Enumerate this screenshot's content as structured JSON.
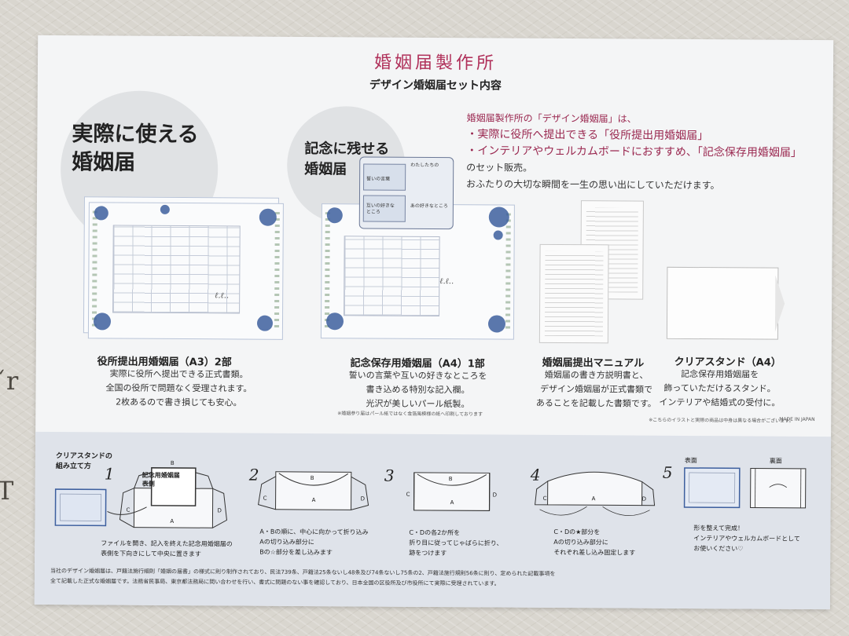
{
  "header": {
    "brand": "婚姻届製作所",
    "subtitle": "デザイン婚姻届セット内容"
  },
  "hero": {
    "left_heading_line1": "実際に使える",
    "left_heading_line2": "婚姻届",
    "mid_heading_line1": "記念に残せる",
    "mid_heading_line2": "婚姻届"
  },
  "intro": {
    "line1": "婚姻届製作所の「デザイン婚姻届」は、",
    "line2": "・実際に役所へ提出できる「役所提出用婚姻届」",
    "line3": "・インテリアやウェルカムボードにおすすめ、「記念保存用婚姻届」",
    "line4": "のセット販売。",
    "line5": "おふたりの大切な瞬間を一生の思い出にしていただけます。"
  },
  "callout": {
    "top_left": "誓いの言葉",
    "top_right": "わたしたちの",
    "bottom_left": "互いの好きなところ",
    "bottom_right": "あの好きなところ"
  },
  "items": [
    {
      "title": "役所提出用婚姻届（A3）2部",
      "lines": [
        "実際に役所へ提出できる正式書類。",
        "全国の役所で問題なく受理されます。",
        "2枚あるので書き損じても安心。"
      ]
    },
    {
      "title": "記念保存用婚姻届（A4）1部",
      "lines": [
        "誓いの言葉や互いの好きなところを",
        "書き込める特別な記入欄。",
        "光沢が美しいパール紙製。"
      ],
      "note": "※婚姻参り届はパール紙ではなく金箔風模様の紙へ印刷しております"
    },
    {
      "title": "婚姻届提出マニュアル",
      "lines": [
        "婚姻届の書き方説明書と、",
        "デザイン婚姻届が正式書類で",
        "あることを記載した書類です。"
      ]
    },
    {
      "title": "クリアスタンド（A4）",
      "lines": [
        "記念保存用婚姻届を",
        "飾っていただけるスタンド。",
        "インテリアや結婚式の受付に。"
      ],
      "note": "※こちらのイラストと実際の商品は中身は異なる場合がございます。",
      "made_in": "MADE IN JAPAN"
    }
  ],
  "assembly": {
    "label_line1": "クリアスタンドの",
    "label_line2": "組み立て方",
    "insert_label_line1": "記念用婚姻届",
    "insert_label_line2": "表側",
    "front_label": "表面",
    "back_label": "裏面",
    "steps": [
      {
        "num": "1",
        "lines": [
          "ファイルを開き、記入を終えた記念用婚姻届の",
          "表側を下向きにして中央に置きます"
        ]
      },
      {
        "num": "2",
        "lines": [
          "A・Bの順に、中心に向かって折り込み",
          "Aの切り込み部分に",
          "Bの☆部分を差し込みます"
        ]
      },
      {
        "num": "3",
        "lines": [
          "C・Dの各2か所を",
          "折り目に従ってじゃばらに折り、",
          "跡をつけます"
        ]
      },
      {
        "num": "4",
        "lines": [
          "C・Dの★部分を",
          "Aの切り込み部分に",
          "それぞれ差し込み固定します"
        ]
      },
      {
        "num": "5",
        "lines": [
          "形を整えて完成！",
          "インテリアやウェルカムボードとして",
          "お使いください♡"
        ]
      }
    ]
  },
  "footer": {
    "line1": "当社のデザイン婚姻届は、戸籍法施行細則「婚姻の届書」の様式に則り制作されており、民法739条、戸籍法25条ないし48条及び74条ないし75条の2、戸籍法施行規則56条に則り、定められた記載事項を",
    "line2": "全て記載した正式な婚姻届です。法務省民事局、東京都法務局に問い合わせを行い、書式に問題のない事を確認しており、日本全国の区役所及び市役所にて実際に受理されています。"
  },
  "colors": {
    "brand": "#b0305a",
    "navy": "#3d5f9e",
    "paper": "#f4f5f6",
    "band": "#dfe3ea"
  }
}
